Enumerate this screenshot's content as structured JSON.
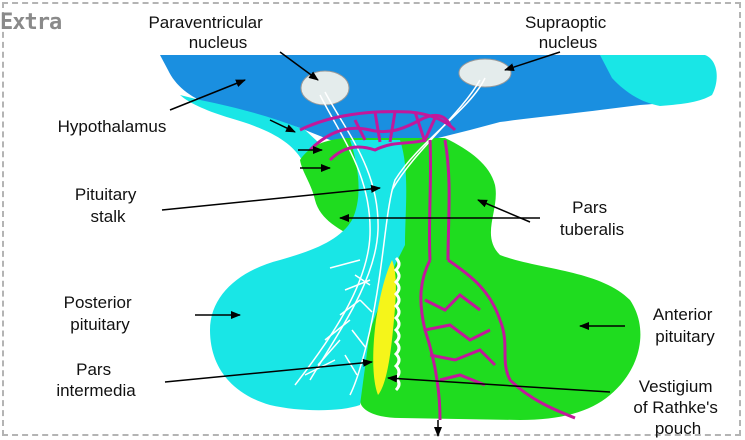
{
  "badge": "Extra",
  "labels": {
    "paraventricular": [
      "Paraventricular",
      "nucleus"
    ],
    "supraoptic": [
      "Supraoptic",
      "nucleus"
    ],
    "hypothalamus": [
      "Hypothalamus"
    ],
    "stalk": [
      "Pituitary",
      "stalk"
    ],
    "tuberalis": [
      "Pars",
      "tuberalis"
    ],
    "posterior": [
      "Posterior",
      "pituitary"
    ],
    "anterior": [
      "Anterior",
      "pituitary"
    ],
    "intermedia": [
      "Pars",
      "intermedia"
    ],
    "vestigium": [
      "Vestigium",
      "of Rathke's",
      "pouch"
    ]
  },
  "colors": {
    "hypothalamus": "#1a8fe0",
    "outer_tissue": "#19e6e6",
    "posterior": "#19e6e6",
    "anterior": "#1fdc1f",
    "intermedia": "#f5f51a",
    "vessels": "#c2189b",
    "nerves": "#ffffff",
    "nucleus": "#e4ecec"
  }
}
